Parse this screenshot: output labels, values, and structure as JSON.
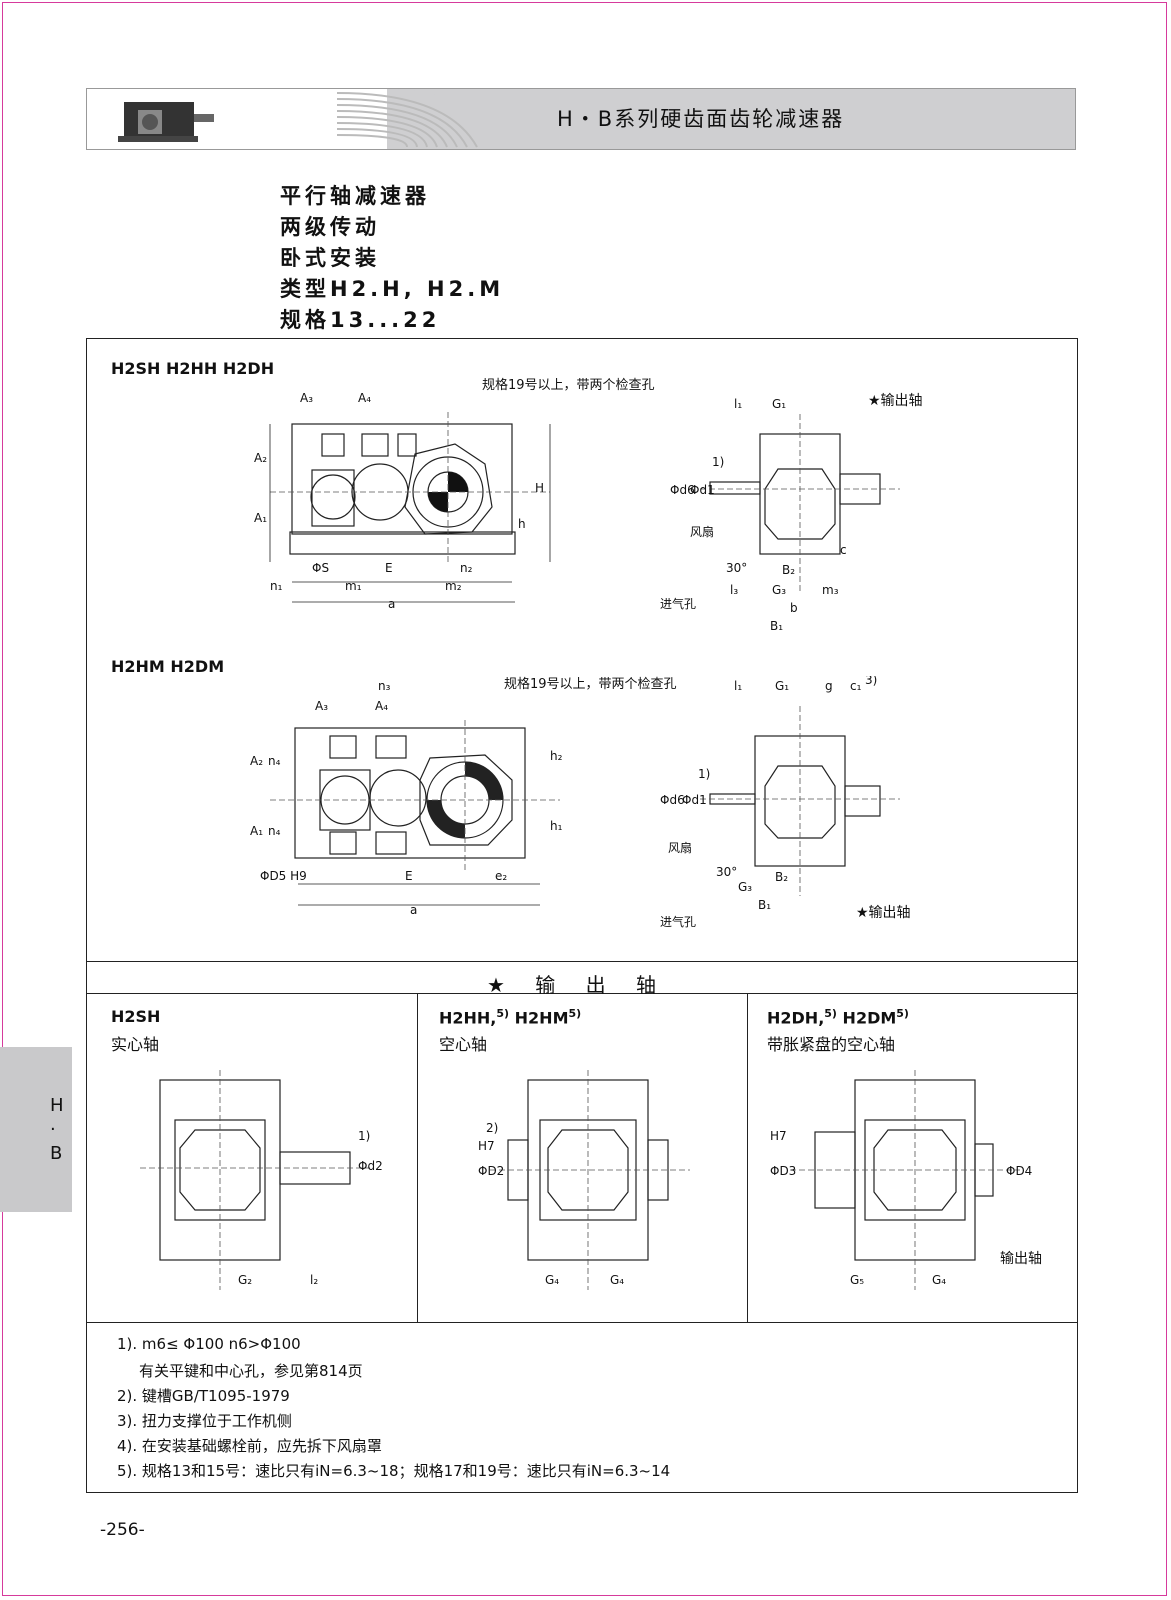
{
  "header": {
    "title": "H・B系列硬齿面齿轮减速器"
  },
  "headings": [
    "平行轴减速器",
    "两级传动",
    "卧式安装",
    "类型H2.H, H2.M",
    "规格13...22"
  ],
  "section1": {
    "label": "H2SH H2HH H2DH",
    "note": "规格19号以上，带两个检查孔",
    "output_shaft": "★输出轴",
    "fan": "风扇",
    "air_inlet": "进气孔",
    "dims": [
      "A3",
      "A4",
      "A2",
      "A1",
      "H",
      "h",
      "ΦS",
      "E",
      "n2",
      "n1",
      "m1",
      "m2",
      "a",
      "l1",
      "G1",
      "Φd6",
      "Φd1",
      "1)",
      "30°",
      "l3",
      "G3",
      "B2",
      "m3",
      "b",
      "B1",
      "c"
    ]
  },
  "section2": {
    "label": "H2HM H2DM",
    "note": "规格19号以上，带两个检查孔",
    "output_shaft": "★输出轴",
    "fan": "风扇",
    "air_inlet": "进气孔",
    "dims": [
      "n3",
      "A3",
      "A4",
      "A2",
      "n4",
      "A1",
      "h2",
      "h1",
      "ΦD5 H9",
      "E",
      "e2",
      "a",
      "l1",
      "G1",
      "g",
      "c1",
      "3)",
      "Φd6",
      "Φd1",
      "1)",
      "30°",
      "G3",
      "B2",
      "B1"
    ]
  },
  "output_header": "★ 输 出 轴",
  "output": [
    {
      "name": "H2SH",
      "desc": "实心轴",
      "dims": [
        "Φd2",
        "1)",
        "G2",
        "l2"
      ]
    },
    {
      "name": "H2HH,",
      "sup1": "5)",
      "name2": "H2HM",
      "sup2": "5)",
      "desc": "空心轴",
      "dims": [
        "ΦD2",
        "H7",
        "2)",
        "G4",
        "G4"
      ]
    },
    {
      "name": "H2DH,",
      "sup1": "5)",
      "name2": "H2DM",
      "sup2": "5)",
      "desc": "带胀紧盘的空心轴",
      "dims": [
        "ΦD3",
        "H7",
        "ΦD4",
        "G5",
        "G4"
      ],
      "side_label": "输出轴"
    }
  ],
  "notes": [
    "1). m6≤ Φ100  n6>Φ100",
    "有关平键和中心孔，参见第814页",
    "2). 键槽GB/T1095-1979",
    "3). 扭力支撑位于工作机侧",
    "4). 在安装基础螺栓前，应先拆下风扇罩",
    "5). 规格13和15号：速比只有iN=6.3~18；规格17和19号：速比只有iN=6.3~14"
  ],
  "side_tab": {
    "line1": "H",
    "line2": "·",
    "line3": "B"
  },
  "page_number": "-256-"
}
